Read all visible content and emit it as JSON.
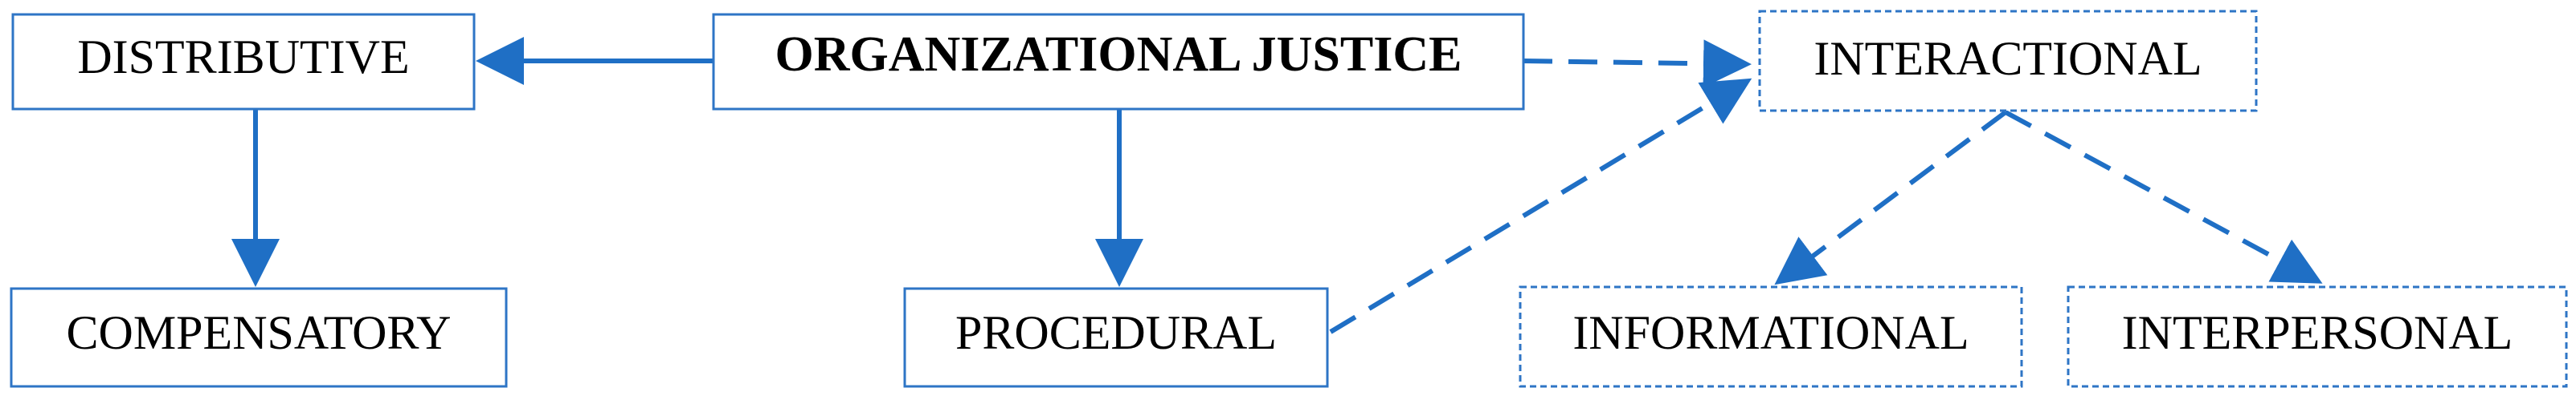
{
  "colors": {
    "border": "#2e75c6",
    "arrow": "#1f6fc5",
    "text": "#000000",
    "background": "#ffffff"
  },
  "nodes": {
    "organizational_justice": "ORGANIZATIONAL JUSTICE",
    "distributive": "DISTRIBUTIVE",
    "compensatory": "COMPENSATORY",
    "procedural": "PROCEDURAL",
    "interactional": "INTERACTIONAL",
    "informational": "INFORMATIONAL",
    "interpersonal": "INTERPERSONAL"
  },
  "connections": [
    {
      "from": "organizational_justice",
      "to": "distributive",
      "style": "solid"
    },
    {
      "from": "organizational_justice",
      "to": "procedural",
      "style": "solid"
    },
    {
      "from": "organizational_justice",
      "to": "interactional",
      "style": "dashed"
    },
    {
      "from": "distributive",
      "to": "compensatory",
      "style": "solid"
    },
    {
      "from": "procedural",
      "to": "interactional",
      "style": "dashed"
    },
    {
      "from": "interactional",
      "to": "informational",
      "style": "dashed"
    },
    {
      "from": "interactional",
      "to": "interpersonal",
      "style": "dashed"
    }
  ]
}
